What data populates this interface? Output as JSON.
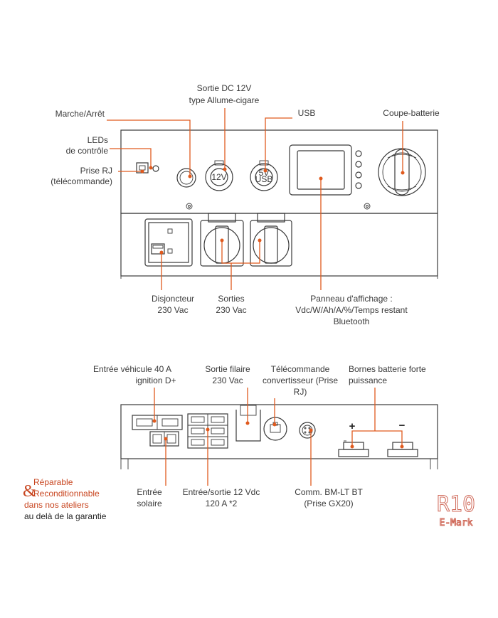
{
  "top_panel": {
    "labels": {
      "dc_out_1": "Sortie DC 12V",
      "dc_out_2": "type Allume-cigare",
      "usb": "USB",
      "battery_switch": "Coupe-batterie",
      "power": "Marche/Arrêt",
      "leds_1": "LEDs",
      "leds_2": "de contrôle",
      "rj_1": "Prise RJ",
      "rj_2": "(télécommande)",
      "breaker_1": "Disjoncteur",
      "breaker_2": "230 Vac",
      "outlets_1": "Sorties",
      "outlets_2": "230 Vac",
      "display_1": "Panneau d'affichage :",
      "display_2": "Vdc/W/Ah/A/%/Temps restant",
      "display_3": "Bluetooth"
    },
    "socket_12v": "12V",
    "socket_usb_1": "5V",
    "socket_usb_2": "USB"
  },
  "bottom_panel": {
    "labels": {
      "vehicle_1": "Entrée véhicule 40 A",
      "vehicle_2": "ignition D+",
      "wired_1": "Sortie filaire",
      "wired_2": "230 Vac",
      "remote_1": "Télécommande",
      "remote_2": "convertisseur (Prise",
      "remote_3": "RJ)",
      "terminals_1": "Bornes batterie forte",
      "terminals_2": "puissance",
      "solar_1": "Entrée",
      "solar_2": "solaire",
      "io12_1": "Entrée/sortie 12 Vdc",
      "io12_2": "120 A *2",
      "comm_1": "Comm. BM-LT BT",
      "comm_2": "(Prise GX20)"
    },
    "plus": "+",
    "minus": "−"
  },
  "branding": {
    "line1": "Réparable",
    "line2": "Reconditionnable",
    "line3": "dans nos ateliers",
    "line4": "au delà de la garantie",
    "badge_main": "R10",
    "badge_sub": "E-Mark"
  }
}
